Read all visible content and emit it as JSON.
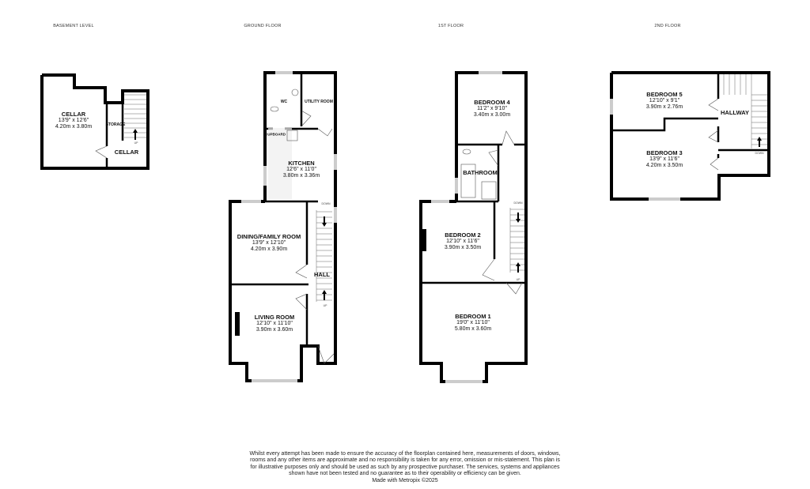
{
  "levels": [
    {
      "title": "BASEMENT LEVEL",
      "rooms": [
        {
          "name": "CELLAR",
          "imperial": "13'9\"  x 12'6\"",
          "metric": "4.20m  x 3.80m"
        }
      ],
      "labels": [
        "STORAGE",
        "CELLAR",
        "UP"
      ]
    },
    {
      "title": "GROUND FLOOR",
      "rooms": [
        {
          "name": "KITCHEN",
          "imperial": "12'6\"  x 11'0\"",
          "metric": "3.80m  x 3.36m"
        },
        {
          "name": "DINING/FAMILY ROOM",
          "imperial": "13'9\"  x 12'10\"",
          "metric": "4.20m  x 3.90m"
        },
        {
          "name": "LIVING ROOM",
          "imperial": "12'10\"  x 11'10\"",
          "metric": "3.90m  x 3.60m"
        }
      ],
      "labels": [
        "WC",
        "UTILITY ROOM",
        "CUPBOARD",
        "HALL",
        "DOWN",
        "UP"
      ]
    },
    {
      "title": "1ST FLOOR",
      "rooms": [
        {
          "name": "BEDROOM 4",
          "imperial": "11'2\"  x 9'10\"",
          "metric": "3.40m  x 3.00m"
        },
        {
          "name": "BEDROOM 2",
          "imperial": "12'10\"  x 11'6\"",
          "metric": "3.90m  x 3.50m"
        },
        {
          "name": "BEDROOM 1",
          "imperial": "19'0\"  x 11'10\"",
          "metric": "5.80m  x 3.60m"
        }
      ],
      "labels": [
        "BATHROOM",
        "DOWN",
        "UP"
      ]
    },
    {
      "title": "2ND FLOOR",
      "rooms": [
        {
          "name": "BEDROOM 5",
          "imperial": "12'10\"  x 9'1\"",
          "metric": "3.90m  x 2.76m"
        },
        {
          "name": "BEDROOM 3",
          "imperial": "13'9\"  x 11'6\"",
          "metric": "4.20m  x 3.50m"
        }
      ],
      "labels": [
        "HALLWAY",
        "DOWN"
      ]
    }
  ],
  "disclaimer": "Whilst every attempt has been made to ensure the accuracy of the floorplan contained here, measurements of doors, windows, rooms and any other items are approximate and no responsibility is taken for any error, omission or mis-statement. This plan is for illustrative purposes only and should be used as such by any prospective purchaser. The services, systems and appliances shown have not been tested and no guarantee as to their operability or efficiency can be given.",
  "credit": "Made with Metropix ©2025"
}
